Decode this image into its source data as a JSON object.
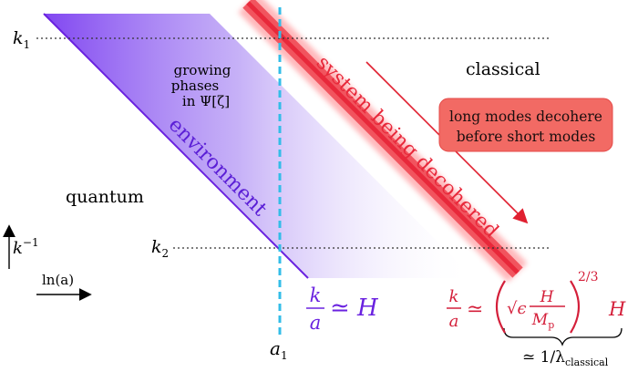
{
  "labels": {
    "k1": "k",
    "k1_sub": "1",
    "k2": "k",
    "k2_sub": "2",
    "a1": "a",
    "a1_sub": "1",
    "quantum": "quantum",
    "classical": "classical",
    "growing_line1": "growing",
    "growing_line2": "phases",
    "growing_line3": "in Ψ[ζ]",
    "environment": "environment",
    "system": "system being decohered",
    "callout_line1": "long modes decohere",
    "callout_line2": "before short modes",
    "axis_k": "k",
    "axis_k_exp": "−1",
    "axis_ln": "ln(a)"
  },
  "equations": {
    "hubble_k": "k",
    "hubble_a": "a",
    "hubble_rel": "≃ H",
    "class_k": "k",
    "class_a": "a",
    "class_sim": "≃",
    "class_sqrt": "√ϵ",
    "class_H": "H",
    "class_Mp": "M",
    "class_Mp_sub": "p",
    "class_exp": "2/3",
    "class_H2": "H",
    "brace_label": "≃ 1/λ",
    "brace_sub": "classical"
  },
  "colors": {
    "environment": "#6a22e0",
    "system": "#e8283a",
    "dashed_line": "#33bde8",
    "callout_fill": "#f26a64",
    "equation_purple": "#6a22e0",
    "equation_red": "#d41f3a"
  }
}
